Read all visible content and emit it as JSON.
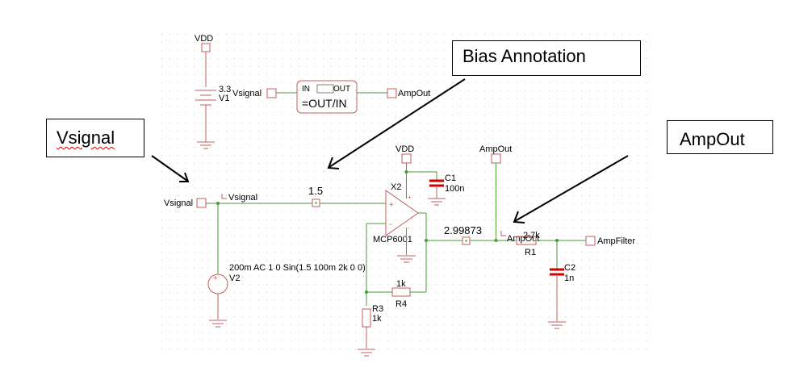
{
  "colors": {
    "wire": "#4a9a3a",
    "component": "#c06060",
    "capacitor": "#d00000",
    "text": "#000000",
    "arrow": "#000000",
    "grid_dot": "#c8c8c8"
  },
  "callouts": {
    "bias_annotation": "Bias Annotation",
    "vsignal": "Vsignal",
    "ampout": "AmpOut"
  },
  "schematic": {
    "top": {
      "vdd_label": "VDD",
      "v1_value": "3.3",
      "v1_name": "V1",
      "vsignal_label": "Vsignal",
      "block_in": "IN",
      "block_out": "OUT",
      "block_expr": "=OUT/IN",
      "ampout_label": "AmpOut"
    },
    "main": {
      "vsignal_port": "Vsignal",
      "vsignal_net": "Vsignal",
      "bias_value": "1.5",
      "vdd_label": "VDD",
      "c1_name": "C1",
      "c1_value": "100n",
      "x2_name": "X2",
      "opamp_part": "MCP6001",
      "plus_sign": "+",
      "minus_sign": "-",
      "out_value": "2.99873",
      "ampout_top": "AmpOut",
      "ampout_net": "AmpOut",
      "r1_value": "2.7k",
      "r1_name": "R1",
      "ampfilter_label": "AmpFilter",
      "c2_name": "C2",
      "c2_value": "1n",
      "v2_spec": "200m AC 1 0 Sin(1.5 100m 2k 0 0)",
      "v2_name": "V2",
      "r4_value": "1k",
      "r4_name": "R4",
      "r3_name": "R3",
      "r3_value": "1k"
    }
  }
}
